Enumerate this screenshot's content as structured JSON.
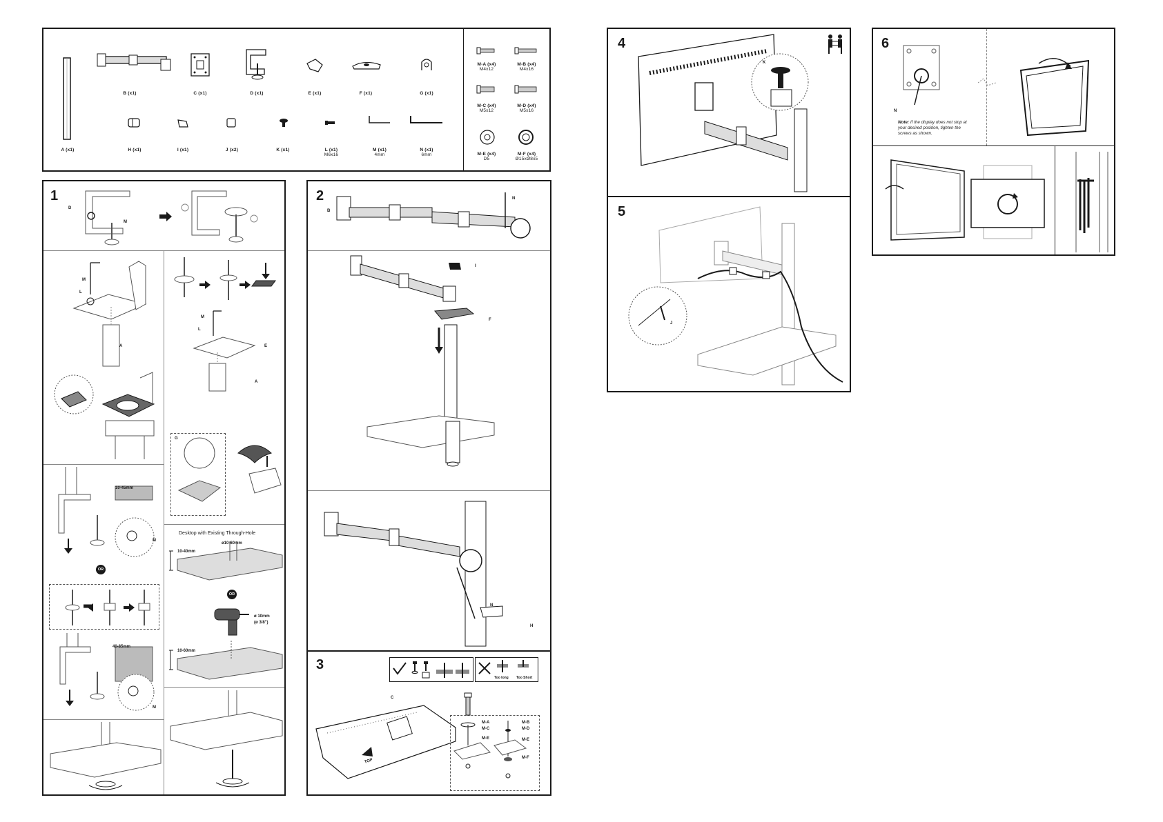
{
  "parts": {
    "items": [
      {
        "label": "A (x1)",
        "sub": ""
      },
      {
        "label": "B (x1)",
        "sub": ""
      },
      {
        "label": "C (x1)",
        "sub": ""
      },
      {
        "label": "D (x1)",
        "sub": ""
      },
      {
        "label": "E (x1)",
        "sub": ""
      },
      {
        "label": "F (x1)",
        "sub": ""
      },
      {
        "label": "G (x1)",
        "sub": ""
      },
      {
        "label": "H (x1)",
        "sub": ""
      },
      {
        "label": "I (x1)",
        "sub": ""
      },
      {
        "label": "J (x2)",
        "sub": ""
      },
      {
        "label": "K (x1)",
        "sub": ""
      },
      {
        "label": "L (x1)",
        "sub": "M6x16"
      },
      {
        "label": "M (x1)",
        "sub": "4mm"
      },
      {
        "label": "N (x1)",
        "sub": "6mm"
      }
    ],
    "screws": [
      {
        "label": "M-A (x4)",
        "sub": "M4x12"
      },
      {
        "label": "M-B (x4)",
        "sub": "M4x16"
      },
      {
        "label": "M-C (x4)",
        "sub": "M5x12"
      },
      {
        "label": "M-D (x4)",
        "sub": "M5x16"
      },
      {
        "label": "M-E (x4)",
        "sub": "D5"
      },
      {
        "label": "M-F (x4)",
        "sub": "Ø15xØ8x5"
      }
    ]
  },
  "step1": {
    "number": "1",
    "letters": {
      "D": "D",
      "M": "M",
      "L": "L",
      "A": "A",
      "E": "E",
      "G": "G"
    },
    "dim_a": "10-45mm",
    "dim_b": "40-85mm",
    "or": "OR",
    "through_hole": "Desktop with Existing Through-Hole",
    "hole_dia": "ø10-60mm",
    "desk_thick_1": "10-40mm",
    "desk_thick_2": "10-60mm",
    "drill": "ø 10mm",
    "drill_in": "(ø 3/8\")"
  },
  "step2": {
    "number": "2",
    "letters": {
      "B": "B",
      "N": "N",
      "I": "I",
      "F": "F",
      "H": "H"
    }
  },
  "step3": {
    "number": "3",
    "too_long": "Too long",
    "too_short": "Too Short",
    "top": "TOP",
    "letters": {
      "C": "C"
    },
    "left_labels": [
      "M-A",
      "M-C",
      "M-E"
    ],
    "right_labels": [
      "M-B",
      "M-D",
      "M-E",
      "M-F"
    ]
  },
  "step4": {
    "number": "4",
    "letters": {
      "K": "K"
    }
  },
  "step5": {
    "number": "5",
    "letters": {
      "J": "J"
    }
  },
  "step6": {
    "number": "6",
    "letters": {
      "N": "N"
    },
    "note_bold": "Note:",
    "note_text": "If the display does not stop at your desired position, tighten the screws as shown."
  }
}
